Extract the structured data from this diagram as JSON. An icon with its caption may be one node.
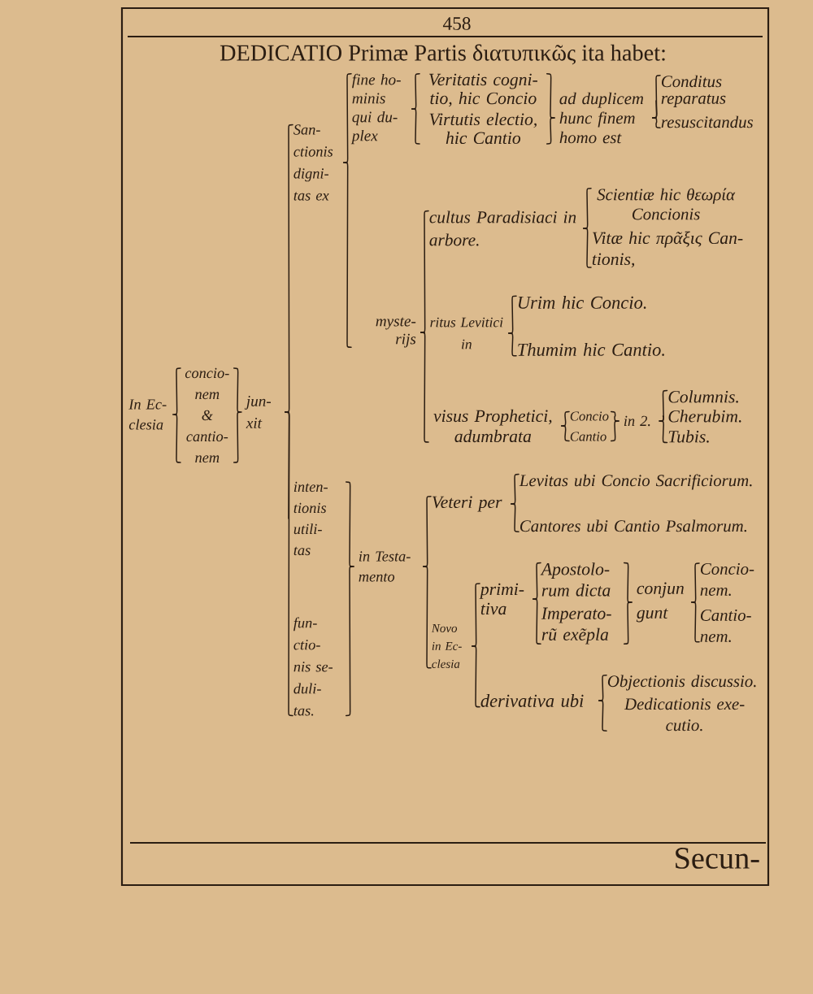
{
  "diagram": {
    "title": "DEDICATIO Primæ Partis διατυπικῶς ita habet:",
    "nodes": [
      {
        "text": [
          "In Ec- clesia"
        ]
      },
      {
        "text": [
          "concio- nem & cantio- nem"
        ]
      },
      {
        "text": [
          "jun- xit"
        ]
      },
      {
        "text": [
          "San- ctionis digni- tas ex"
        ]
      },
      {
        "text": [
          "fine ho- minis qui du- plex"
        ]
      },
      {
        "text": [
          "Veritatis cogni- tio, hic Concio"
        ]
      },
      {
        "text": [
          "Virtutis electio, hic Cantio"
        ]
      },
      {
        "text": [
          "ad duplicem hunc finem homo est"
        ]
      },
      {
        "text": [
          "Conditus"
        ]
      },
      {
        "text": [
          "reparatus"
        ]
      },
      {
        "text": [
          "resuscitandus"
        ]
      },
      {
        "text": [
          "myste- rijs"
        ]
      },
      {
        "text": [
          "cultus Paradisiaci in arbore."
        ]
      },
      {
        "text": [
          "Scientiæ hic θεωρία Concionis"
        ]
      },
      {
        "text": [
          "Vitæ hic πρᾶξις Can- tionis,"
        ]
      },
      {
        "text": [
          "ritus Levitici in"
        ]
      },
      {
        "text": [
          "Urim hic Concio."
        ]
      },
      {
        "text": [
          "Thumim hic Cantio."
        ]
      },
      {
        "text": [
          "visus Prophetici, adumbrata"
        ]
      },
      {
        "text": [
          "Concio"
        ]
      },
      {
        "text": [
          "Cantio"
        ]
      },
      {
        "text": [
          "in 2."
        ]
      },
      {
        "text": [
          "Columnis."
        ]
      },
      {
        "text": [
          "Cherubim."
        ]
      },
      {
        "text": [
          "Tubis."
        ]
      },
      {
        "text": [
          "inten- tionis utili- tas"
        ]
      },
      {
        "text": [
          "fun- ctio- nis se- duli- tas."
        ]
      },
      {
        "text": [
          "in Testa- mento"
        ]
      },
      {
        "text": [
          "Veteri per"
        ]
      },
      {
        "text": [
          "Levitas ubi Concio Sacrificiorum."
        ]
      },
      {
        "text": [
          "Cantores ubi Cantio Psalmorum."
        ]
      },
      {
        "text": [
          "Novo in Ec- clesia"
        ]
      },
      {
        "text": [
          "primi- tiva"
        ]
      },
      {
        "text": [
          "Apostolo- rum dicta"
        ]
      },
      {
        "text": [
          "Imperato- rũ exẽpla"
        ]
      },
      {
        "text": [
          "conjun gunt"
        ]
      },
      {
        "text": [
          "Concio- nem."
        ]
      },
      {
        "text": [
          "Cantio- nem."
        ]
      },
      {
        "text": [
          "derivativa ubi"
        ]
      },
      {
        "text": [
          "Objectionis discussio."
        ]
      },
      {
        "text": [
          "Dedicationis exe- cutio."
        ]
      }
    ],
    "edges": [
      {
        "from": 0,
        "to": 1,
        "arrow": "none"
      },
      {
        "from": 1,
        "to": 2,
        "arrow": "none"
      },
      {
        "from": 2,
        "to": 3,
        "arrow": "none"
      },
      {
        "from": 2,
        "to": 25,
        "arrow": "none"
      },
      {
        "from": 2,
        "to": 26,
        "arrow": "none"
      },
      {
        "from": 3,
        "to": 4,
        "arrow": "none"
      },
      {
        "from": 3,
        "to": 11,
        "arrow": "none"
      },
      {
        "from": 4,
        "to": 5,
        "arrow": "none"
      },
      {
        "from": 4,
        "to": 6,
        "arrow": "none"
      },
      {
        "from": 5,
        "to": 7,
        "arrow": "none"
      },
      {
        "from": 6,
        "to": 7,
        "arrow": "none"
      },
      {
        "from": 7,
        "to": 8,
        "arrow": "none"
      },
      {
        "from": 7,
        "to": 9,
        "arrow": "none"
      },
      {
        "from": 7,
        "to": 10,
        "arrow": "none"
      },
      {
        "from": 11,
        "to": 12,
        "arrow": "none"
      },
      {
        "from": 11,
        "to": 15,
        "arrow": "none"
      },
      {
        "from": 11,
        "to": 18,
        "arrow": "none"
      },
      {
        "from": 12,
        "to": 13,
        "arrow": "none"
      },
      {
        "from": 12,
        "to": 14,
        "arrow": "none"
      },
      {
        "from": 15,
        "to": 16,
        "arrow": "none"
      },
      {
        "from": 15,
        "to": 17,
        "arrow": "none"
      },
      {
        "from": 18,
        "to": 19,
        "arrow": "none"
      },
      {
        "from": 18,
        "to": 20,
        "arrow": "none"
      },
      {
        "from": 19,
        "to": 21,
        "arrow": "none"
      },
      {
        "from": 20,
        "to": 21,
        "arrow": "none"
      },
      {
        "from": 21,
        "to": 22,
        "arrow": "none"
      },
      {
        "from": 21,
        "to": 23,
        "arrow": "none"
      },
      {
        "from": 21,
        "to": 24,
        "arrow": "none"
      },
      {
        "from": 25,
        "to": 27,
        "arrow": "none"
      },
      {
        "from": 26,
        "to": 27,
        "arrow": "none"
      },
      {
        "from": 27,
        "to": 28,
        "arrow": "none"
      },
      {
        "from": 27,
        "to": 31,
        "arrow": "none"
      },
      {
        "from": 28,
        "to": 29,
        "arrow": "none"
      },
      {
        "from": 28,
        "to": 30,
        "arrow": "none"
      },
      {
        "from": 31,
        "to": 32,
        "arrow": "none"
      },
      {
        "from": 31,
        "to": 38,
        "arrow": "none"
      },
      {
        "from": 32,
        "to": 33,
        "arrow": "none"
      },
      {
        "from": 32,
        "to": 34,
        "arrow": "none"
      },
      {
        "from": 33,
        "to": 35,
        "arrow": "none"
      },
      {
        "from": 34,
        "to": 35,
        "arrow": "none"
      },
      {
        "from": 35,
        "to": 36,
        "arrow": "none"
      },
      {
        "from": 35,
        "to": 37,
        "arrow": "none"
      },
      {
        "from": 38,
        "to": 39,
        "arrow": "none"
      },
      {
        "from": 38,
        "to": 40,
        "arrow": "none"
      }
    ],
    "labels": [
      "458",
      "Secun-"
    ]
  }
}
